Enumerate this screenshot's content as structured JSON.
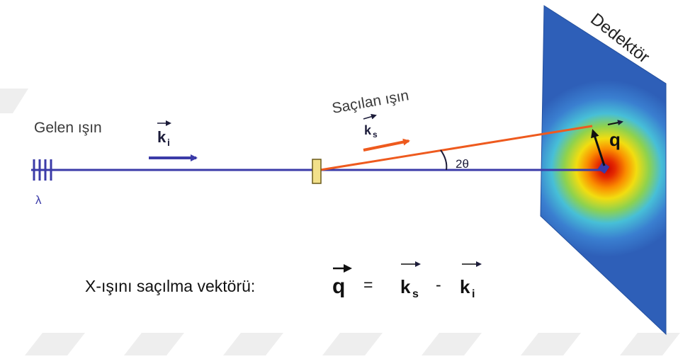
{
  "labels": {
    "incident_beam": "Gelen ışın",
    "scattered_beam": "Saçılan ışın",
    "detector": "Dedektör",
    "wavelength": "λ",
    "angle": "2θ"
  },
  "vectors": {
    "k_base": "k",
    "i_sub": "i",
    "s_sub": "s",
    "q": "q"
  },
  "equation": {
    "text": "X-ışını saçılma vektörü:",
    "equals": "=",
    "minus": "-"
  },
  "colors": {
    "beam_blue": "#3b3ba8",
    "scattered_orange": "#ee5a1e",
    "sample_fill": "#f2e08a",
    "detector_blue": "#2e5fb8",
    "watermark_gray": "#eeeeee"
  },
  "icons": {
    "source": "x-ray-source-grating",
    "sample": "sample-slab",
    "detector": "area-detector-scattering-pattern"
  }
}
